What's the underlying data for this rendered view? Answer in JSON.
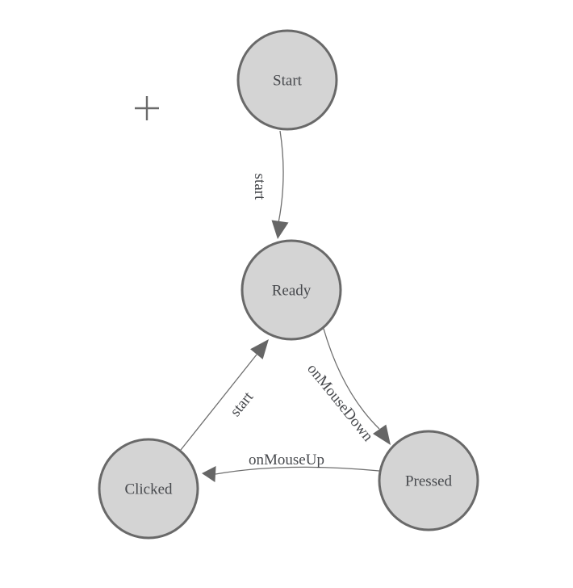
{
  "page": {
    "background": "#ffffff"
  },
  "icons": [
    {
      "name": "plus-icon",
      "glyph": "+"
    }
  ],
  "diagram": {
    "type": "state-machine",
    "nodes": [
      {
        "id": "start",
        "label": "Start"
      },
      {
        "id": "ready",
        "label": "Ready"
      },
      {
        "id": "clicked",
        "label": "Clicked"
      },
      {
        "id": "pressed",
        "label": "Pressed"
      }
    ],
    "edges": [
      {
        "from": "start",
        "to": "ready",
        "label": "start"
      },
      {
        "from": "ready",
        "to": "pressed",
        "label": "onMouseDown"
      },
      {
        "from": "pressed",
        "to": "clicked",
        "label": "onMouseUp"
      },
      {
        "from": "clicked",
        "to": "ready",
        "label": "start"
      }
    ],
    "colors": {
      "node_fill": "#d4d4d4",
      "node_stroke": "#696969",
      "edge_stroke": "#6e6e6e",
      "arrow_fill": "#666666",
      "label_text": "#47494d",
      "plus_icon": "#6b6b6b"
    }
  }
}
